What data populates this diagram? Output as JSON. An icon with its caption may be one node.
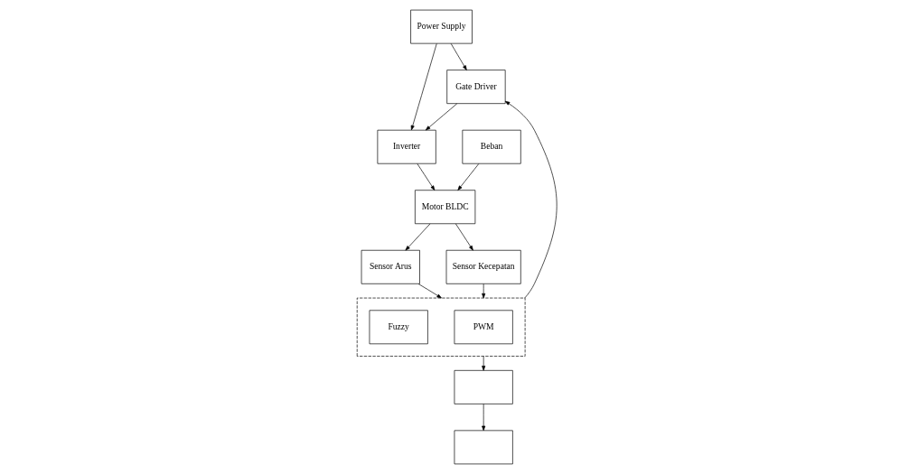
{
  "diagram": {
    "nodes": [
      {
        "text": [
          "Power Supply"
        ]
      },
      {
        "text": [
          "Inverter"
        ]
      },
      {
        "text": [
          "Motor BLDC"
        ]
      },
      {
        "text": [
          "Beban"
        ]
      },
      {
        "text": [
          "Gate Driver"
        ]
      },
      {
        "text": [
          "Sensor Arus"
        ]
      },
      {
        "text": [
          "Sensor Kecepatan"
        ]
      },
      {
        "text": [],
        "shape": "box"
      },
      {
        "text": [
          "PWM"
        ],
        "in": 7
      },
      {
        "text": [
          "Fuzzy"
        ],
        "in": 7
      },
      {
        "text": [],
        "shape": "box"
      },
      {
        "text": [],
        "shape": "box"
      }
    ],
    "edges": [
      {
        "from": 0,
        "to": 1,
        "arrow": "to"
      },
      {
        "from": 0,
        "to": 4,
        "arrow": "to"
      },
      {
        "from": 4,
        "to": 1,
        "arrow": "to"
      },
      {
        "from": 1,
        "to": 2,
        "arrow": "to"
      },
      {
        "from": 3,
        "to": 2,
        "arrow": "to"
      },
      {
        "from": 2,
        "to": 5,
        "arrow": "to"
      },
      {
        "from": 2,
        "to": 6,
        "arrow": "to"
      },
      {
        "from": 7,
        "to": 4,
        "arrow": "to"
      },
      {
        "from": 5,
        "to": 7,
        "arrow": "to"
      },
      {
        "from": 6,
        "to": 7,
        "arrow": "to"
      },
      {
        "from": 7,
        "to": 10,
        "arrow": "to"
      },
      {
        "from": 10,
        "to": 11,
        "arrow": "to"
      }
    ]
  }
}
